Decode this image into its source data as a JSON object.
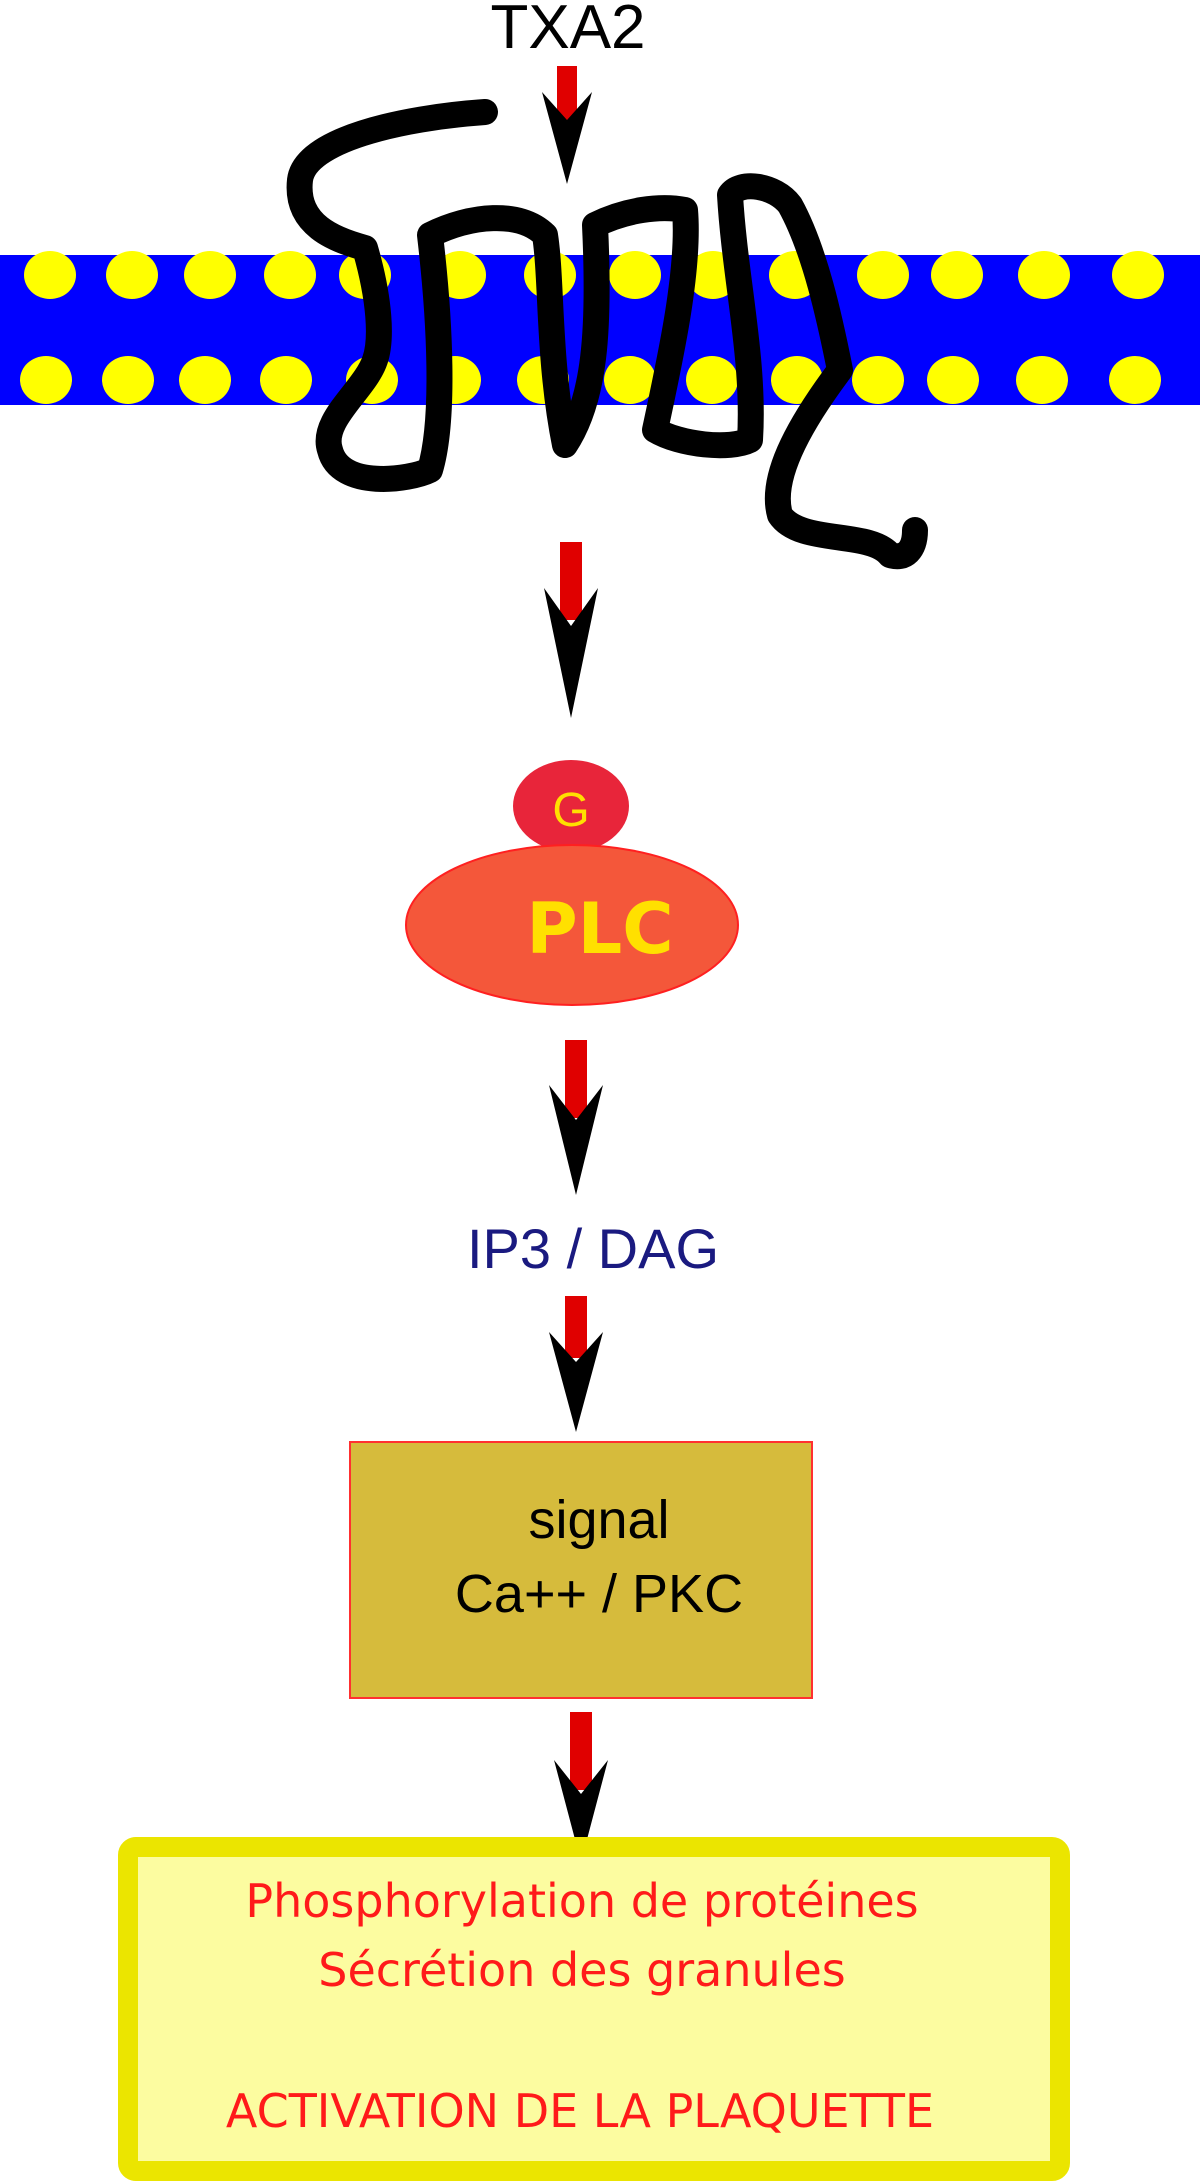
{
  "ligand": "TXA2",
  "g_protein": "G",
  "enzyme": "PLC",
  "messengers": "IP3 / DAG",
  "signal_box": {
    "line1": "signal",
    "line2": "Ca++ / PKC"
  },
  "result_box": {
    "line1": "Phosphorylation de protéines",
    "line2": "Sécrétion des granules",
    "line3": "ACTIVATION DE LA PLAQUETTE"
  },
  "colors": {
    "membrane": "#0000ff",
    "lipid_heads": "#ffff00",
    "receptor": "#000000",
    "arrow_shaft": "#e00000",
    "arrow_head": "#000000",
    "g_protein_fill": "#e8253a",
    "g_protein_text": "#ffe000",
    "plc_fill": "#f4573a",
    "plc_text": "#ffe000",
    "messenger_text": "#1a1a80",
    "signal_fill": "#d6bb3c",
    "signal_border": "#ff3030",
    "result_fill": "#fcfca0",
    "result_border": "#ebe500",
    "result_text": "#ff1a1a"
  },
  "icons": {
    "receptor": "seven-transmembrane-receptor-icon",
    "arrow": "down-arrow-icon"
  }
}
